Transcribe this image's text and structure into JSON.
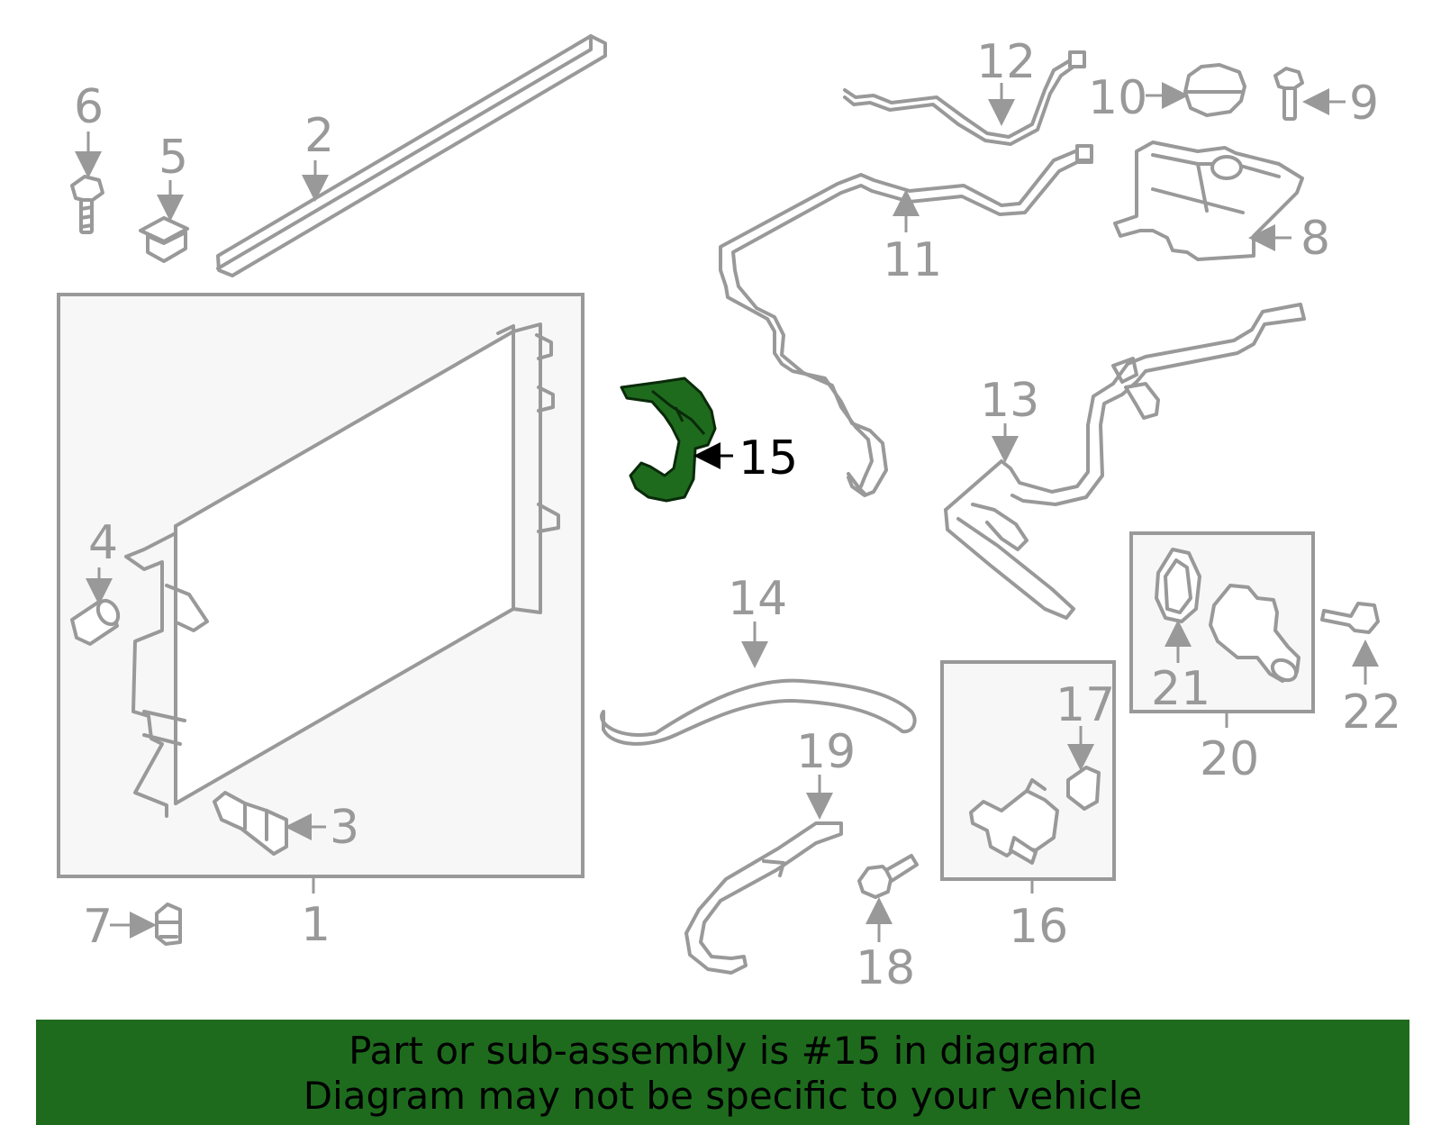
{
  "highlight_color": "#1e6b1e",
  "banner": {
    "line1": "Part or sub-assembly is #15 in diagram",
    "line2": "Diagram may not be specific to your vehicle",
    "background": "#1e6b1e"
  },
  "callouts": {
    "c1": "1",
    "c2": "2",
    "c3": "3",
    "c4": "4",
    "c5": "5",
    "c6": "6",
    "c7": "7",
    "c8": "8",
    "c9": "9",
    "c10": "10",
    "c11": "11",
    "c12": "12",
    "c13": "13",
    "c14": "14",
    "c15": "15",
    "c16": "16",
    "c17": "17",
    "c18": "18",
    "c19": "19",
    "c20": "20",
    "c21": "21",
    "c22": "22"
  }
}
